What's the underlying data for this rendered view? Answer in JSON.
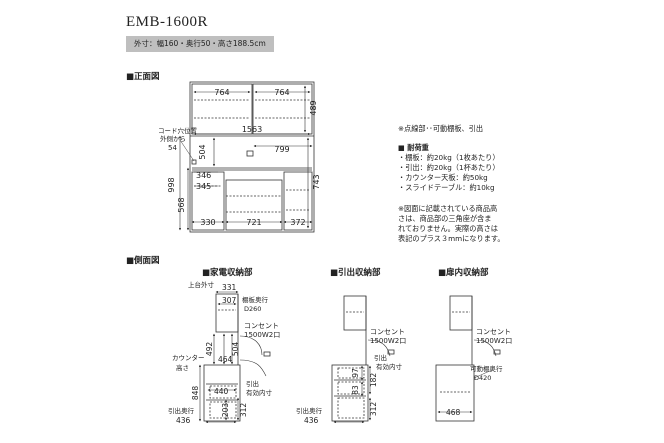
{
  "model": "EMB-1600R",
  "spec": "外寸：幅160・奥行50・高さ188.5cm",
  "front": {
    "title": "■正面図",
    "dims": {
      "shelf_left": "764",
      "shelf_right": "764",
      "inner_width": "1563",
      "gap_799": "799",
      "upper_height": "489",
      "side_504": "504",
      "d346": "346",
      "d345": "345",
      "d743": "743",
      "d998": "998",
      "d568": "568",
      "bottom_330": "330",
      "bottom_721": "721",
      "bottom_372": "372",
      "cord_label_1": "コード穴位置",
      "cord_label_2": "外側から",
      "cord_54": "54"
    }
  },
  "notes": {
    "dotted": "※点線部･･可動棚板、引出",
    "load_title": "■ 耐荷重",
    "load_items": [
      "・棚板：約20kg（1枚あたり）",
      "・引出：約20kg（1杯あたり）",
      "・カウンター天板：約50kg",
      "・スライドテーブル：約10kg"
    ],
    "fig_note": [
      "※図面に記載されている商品高",
      "さは、商品部の三角座が含ま",
      "れておりません。実際の高さは",
      "表記のプラス３mmになります。"
    ]
  },
  "side": {
    "title": "■側面図",
    "appliance": {
      "title": "■家電収納部",
      "top_label": "上台外寸",
      "d331": "331",
      "d307": "307",
      "shelf_depth_1": "棚板奥行",
      "shelf_depth_2": "D260",
      "outlet_1": "コンセント",
      "outlet_2": "1500W2口",
      "d492": "492",
      "d504": "504",
      "d464": "464",
      "counter_1": "カウンター",
      "counter_2": "高さ",
      "d848": "848",
      "d440": "440",
      "drawer_1": "引出",
      "drawer_2": "有効内寸",
      "d203": "203",
      "d312": "312",
      "drawer_depth": "引出奥行",
      "d436": "436"
    },
    "drawer": {
      "title": "■引出収納部",
      "outlet_1": "コンセント",
      "outlet_2": "1500W2口",
      "inner_1": "引出",
      "inner_2": "有効内寸",
      "d83": "83",
      "d182": "182",
      "d97": "97",
      "d312": "312",
      "drawer_depth": "引出奥行",
      "d436": "436"
    },
    "door": {
      "title": "■扉内収納部",
      "outlet_1": "コンセント",
      "outlet_2": "1500W2口",
      "shelf_1": "可動棚奥行",
      "shelf_2": "D420",
      "d468": "468"
    }
  }
}
